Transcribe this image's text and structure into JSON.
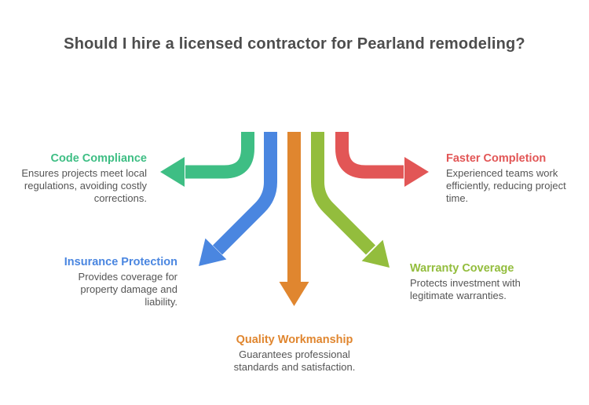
{
  "title": "Should I hire a licensed contractor for Pearland remodeling?",
  "benefits": {
    "code_compliance": {
      "label": "Code Compliance",
      "color": "#3ebe84",
      "lines": [
        "Ensures projects meet local",
        "regulations, avoiding costly",
        "corrections."
      ]
    },
    "insurance_protection": {
      "label": "Insurance Protection",
      "color": "#4a86e0",
      "lines": [
        "Provides coverage for",
        "property damage and",
        "liability."
      ]
    },
    "quality_workmanship": {
      "label": "Quality Workmanship",
      "color": "#e0862f",
      "lines": [
        "Guarantees professional",
        "standards and satisfaction."
      ]
    },
    "warranty_coverage": {
      "label": "Warranty Coverage",
      "color": "#93bd3d",
      "lines": [
        "Protects investment with",
        "legitimate warranties."
      ]
    },
    "faster_completion": {
      "label": "Faster Completion",
      "color": "#e25656",
      "lines": [
        "Experienced teams work",
        "efficiently, reducing project",
        "time."
      ]
    }
  }
}
